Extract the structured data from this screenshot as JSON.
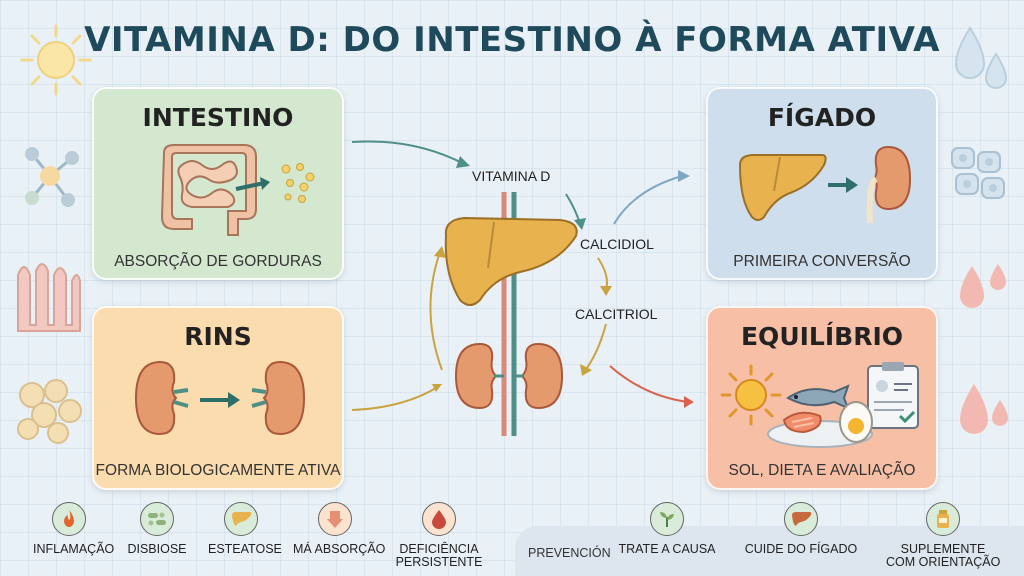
{
  "title": "VITAMINA D: DO INTESTINO À FORMA ATIVA",
  "cards": {
    "intestino": {
      "title": "INTESTINO",
      "caption": "ABSORÇÃO DE GORDURAS"
    },
    "rins": {
      "title": "RINS",
      "caption": "FORMA BIOLOGICAMENTE ATIVA"
    },
    "figado": {
      "title": "FÍGADO",
      "caption": "PRIMEIRA CONVERSÃO"
    },
    "equilibrio": {
      "title": "EQUILÍBRIO",
      "caption": "SOL, DIETA E AVALIAÇÃO"
    }
  },
  "flow": {
    "vitamina_d": "VITAMINA D",
    "calcidiol": "CALCIDIOL",
    "calcitriol": "CALCITRIOL"
  },
  "problems": [
    {
      "label": "INFLAMAÇÃO",
      "icon": "flame-icon"
    },
    {
      "label": "DISBIOSE",
      "icon": "bacteria-icon"
    },
    {
      "label": "ESTEATOSE",
      "icon": "fatty-liver-icon"
    },
    {
      "label": "MÁ ABSORÇÃO",
      "icon": "malabsorption-icon"
    },
    {
      "label": "DEFICIÊNCIA",
      "label2": "PERSISTENTE",
      "icon": "blood-drop-icon"
    }
  ],
  "prevention": {
    "label": "PREVENCIÓN",
    "items": [
      {
        "label": "TRATE A CAUSA",
        "icon": "sprout-icon"
      },
      {
        "label": "CUIDE DO FÍGADO",
        "icon": "liver-icon"
      },
      {
        "label": "SUPLEMENTE",
        "label2": "COM ORIENTAÇÃO",
        "icon": "supplement-bottle-icon"
      }
    ]
  },
  "colors": {
    "title": "#1f4a5c",
    "intestino_card": "#d4e8cf",
    "rins_card": "#fbdcae",
    "figado_card": "#cfdeec",
    "equilibrio_card": "#f7bfa5",
    "liver": "#e8b34f",
    "kidney": "#e59a6e"
  }
}
